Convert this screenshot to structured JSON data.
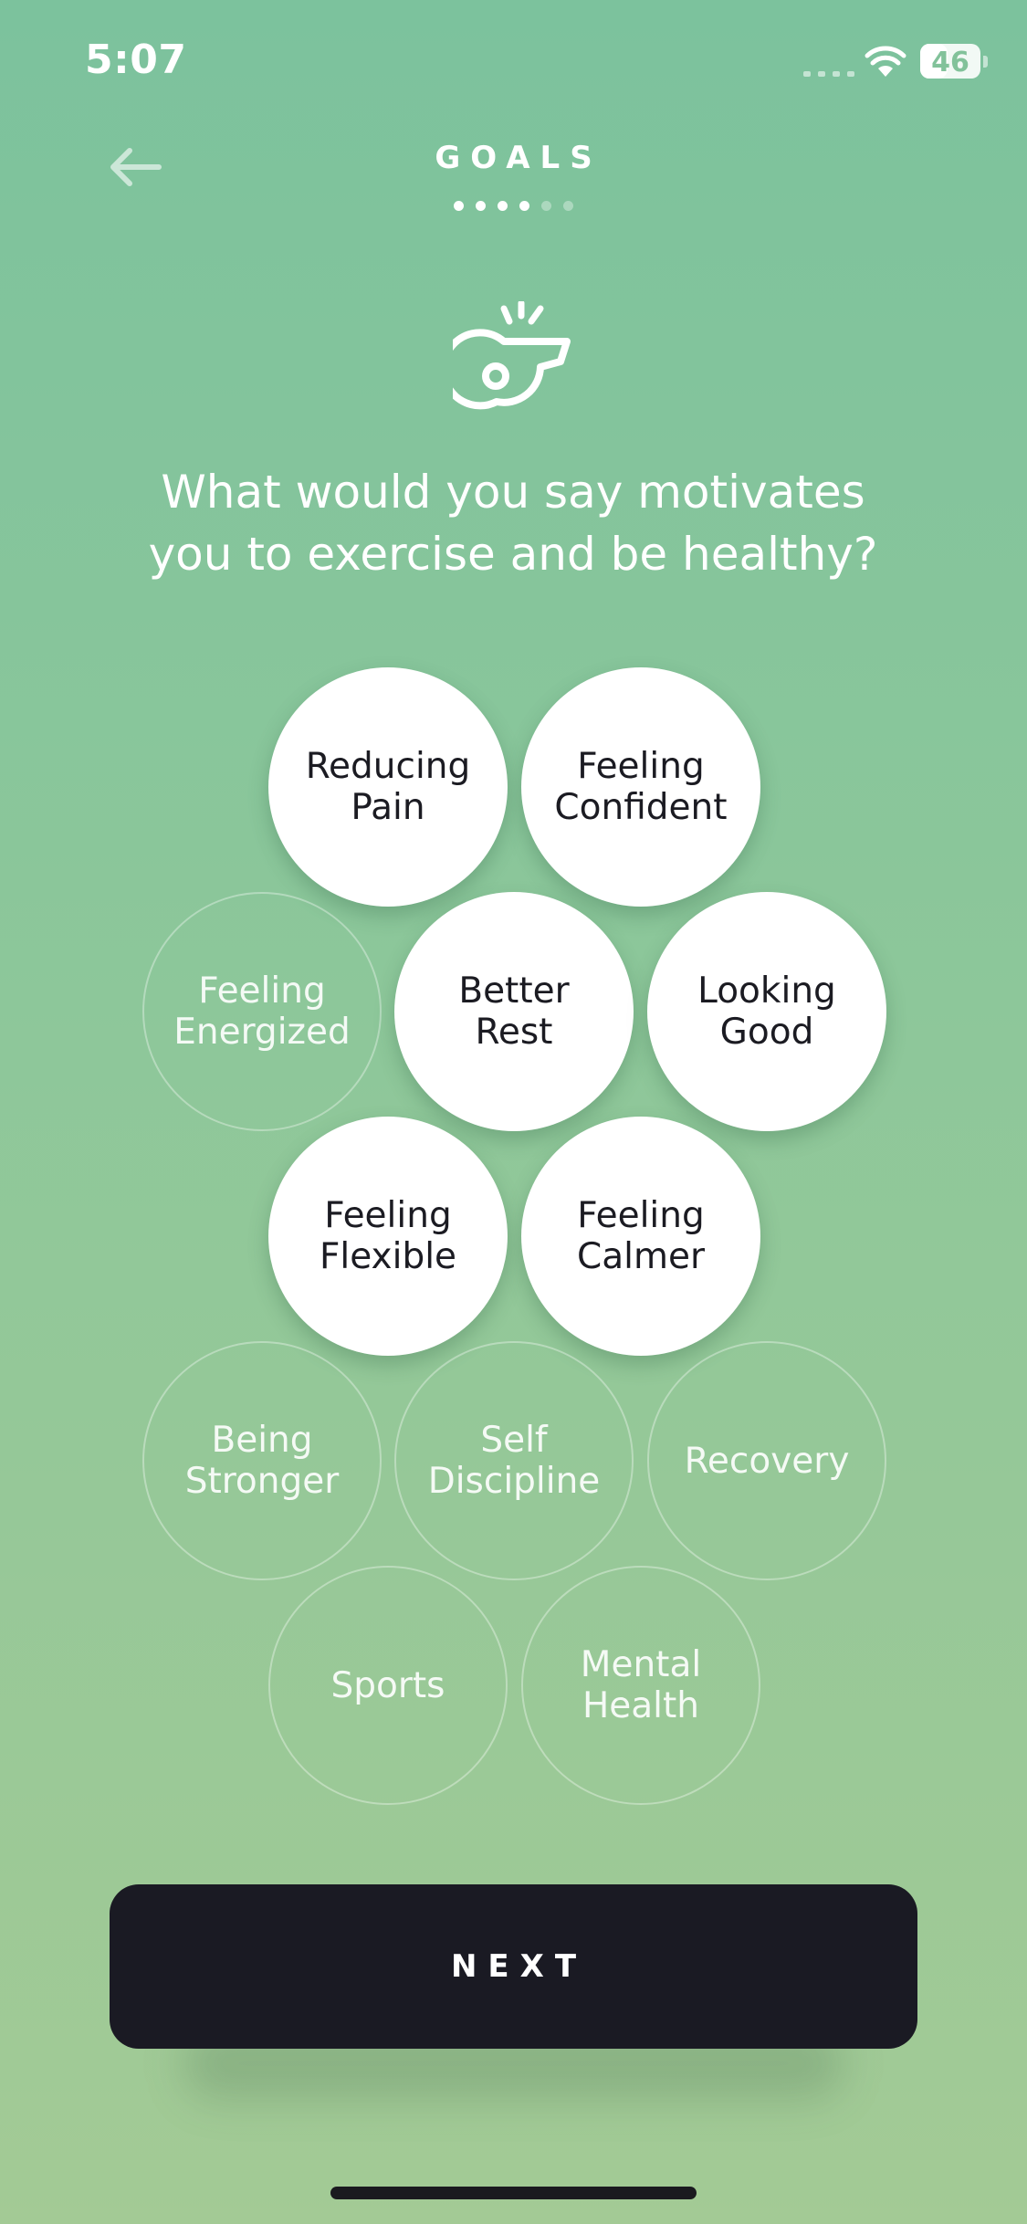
{
  "status_bar": {
    "time": "5:07",
    "battery_level": "46",
    "battery_fraction": 0.46
  },
  "header": {
    "title": "GOALS",
    "progress": {
      "total_steps": 6,
      "current_step": 4
    }
  },
  "icons": {
    "back": "arrow-left-icon",
    "hero": "whistle-icon"
  },
  "question": {
    "line1": "What would you say motivates",
    "line2": "you to exercise and be healthy?"
  },
  "options": [
    {
      "label": "Reducing\nPain",
      "selected": true
    },
    {
      "label": "Feeling\nConfident",
      "selected": true
    },
    {
      "label": "Feeling\nEnergized",
      "selected": false
    },
    {
      "label": "Better\nRest",
      "selected": true
    },
    {
      "label": "Looking\nGood",
      "selected": true
    },
    {
      "label": "Feeling\nFlexible",
      "selected": true
    },
    {
      "label": "Feeling\nCalmer",
      "selected": true
    },
    {
      "label": "Being\nStronger",
      "selected": false
    },
    {
      "label": "Self\nDiscipline",
      "selected": false
    },
    {
      "label": "Recovery",
      "selected": false
    },
    {
      "label": "Sports",
      "selected": false
    },
    {
      "label": "Mental\nHealth",
      "selected": false
    }
  ],
  "next_button": {
    "label": "NEXT"
  },
  "colors": {
    "background_top": "#7cc29d",
    "background_bottom": "#a3ca95",
    "button": "#1a1a23",
    "selected_bubble": "#ffffff",
    "selected_text": "#1b1b22"
  }
}
